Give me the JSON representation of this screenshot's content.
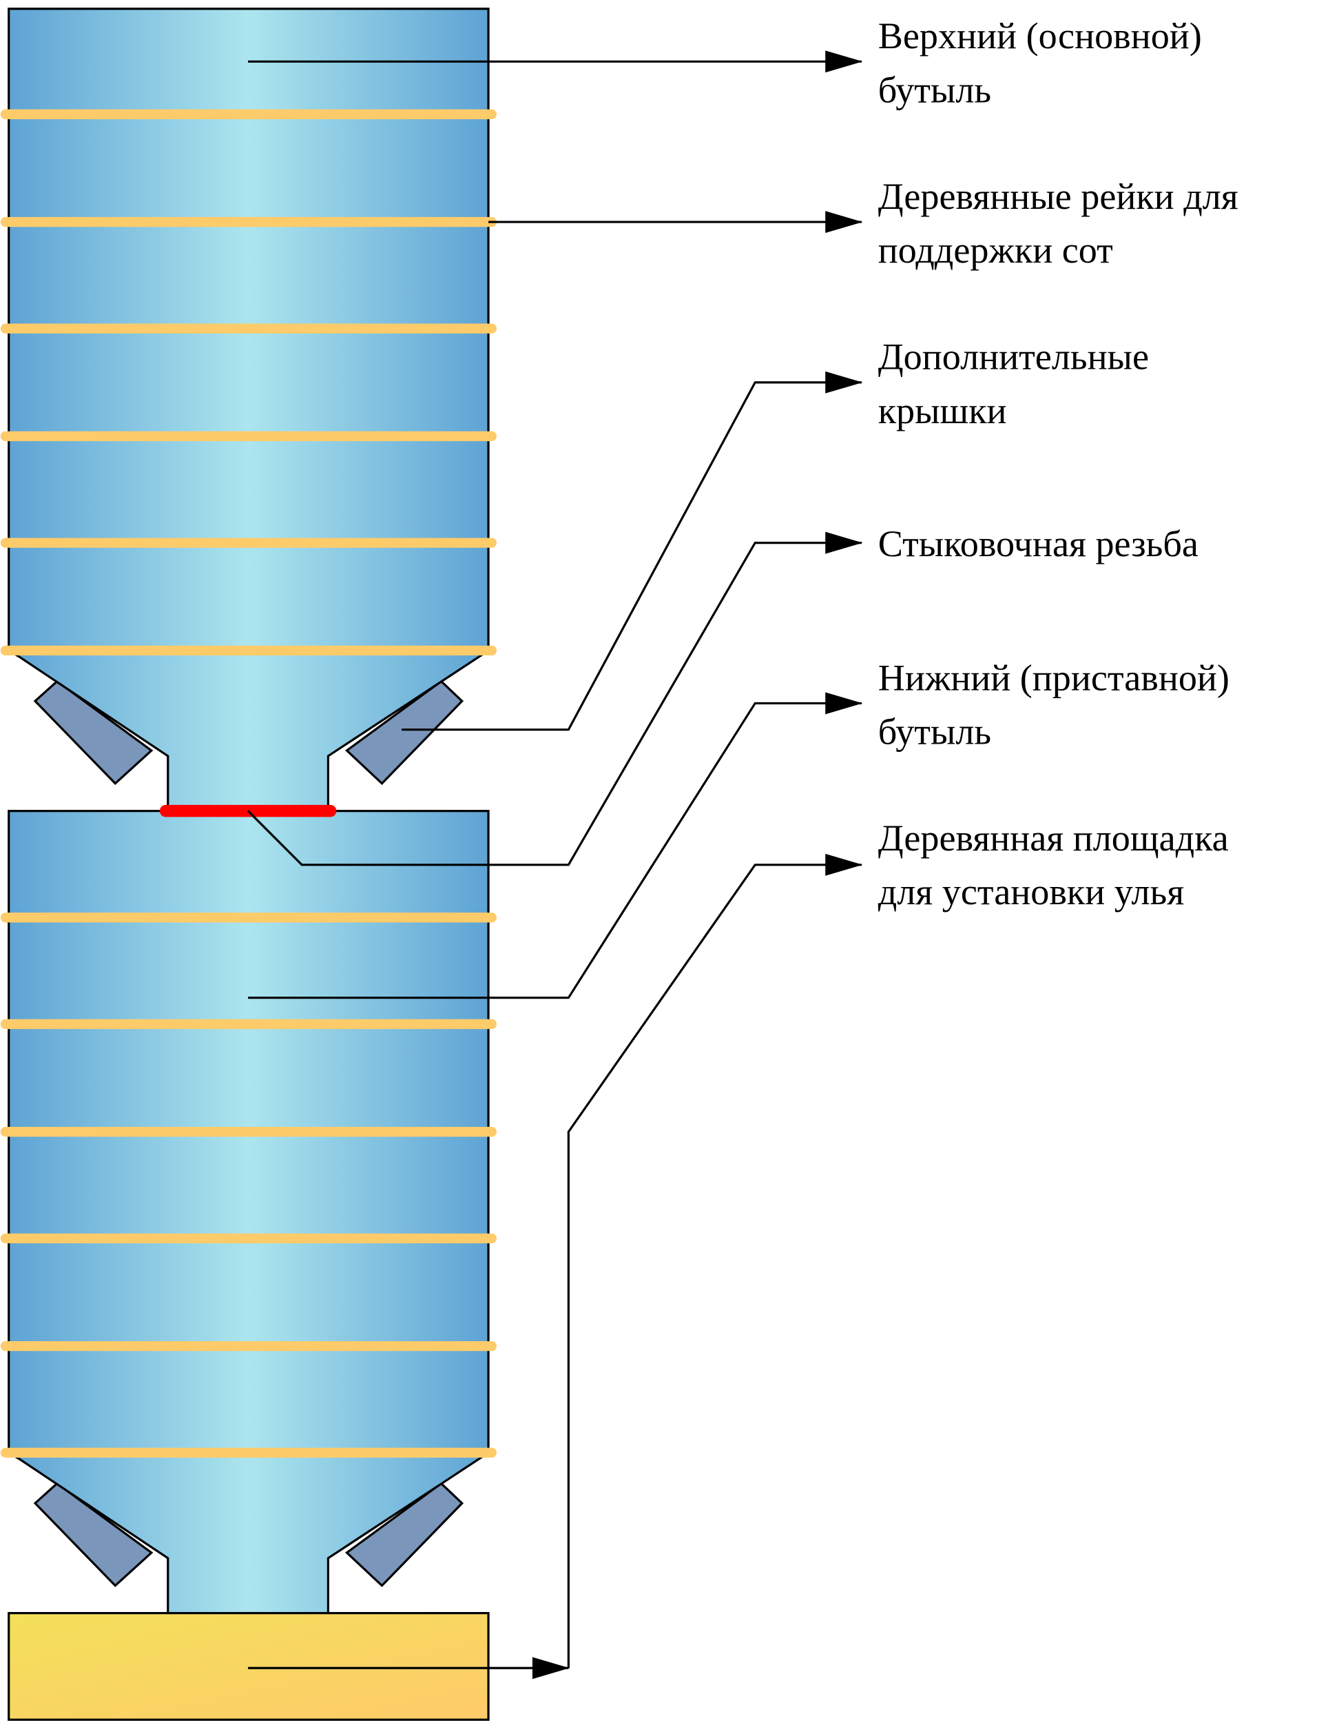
{
  "title": "Bottle beehive diagram",
  "colors": {
    "bottle_edge": "#5ea3d4",
    "bottle_center": "#ace5ee",
    "rail": "#fecb6a",
    "cap": "#7a96bb",
    "thread": "#ff0000",
    "platform_start": "#f3e05a",
    "platform_end": "#fecb6a"
  },
  "labels": [
    {
      "line1": "Верхний (основной)",
      "line2": "бутыль"
    },
    {
      "line1": "Деревянные рейки для",
      "line2": "поддержки сот"
    },
    {
      "line1": "Дополнительные",
      "line2": "крышки"
    },
    {
      "line1": "Стыковочная резьба",
      "line2": ""
    },
    {
      "line1": "Нижний (приставной)",
      "line2": "бутыль"
    },
    {
      "line1": "Деревянная площадка",
      "line2": "для установки улья"
    }
  ]
}
